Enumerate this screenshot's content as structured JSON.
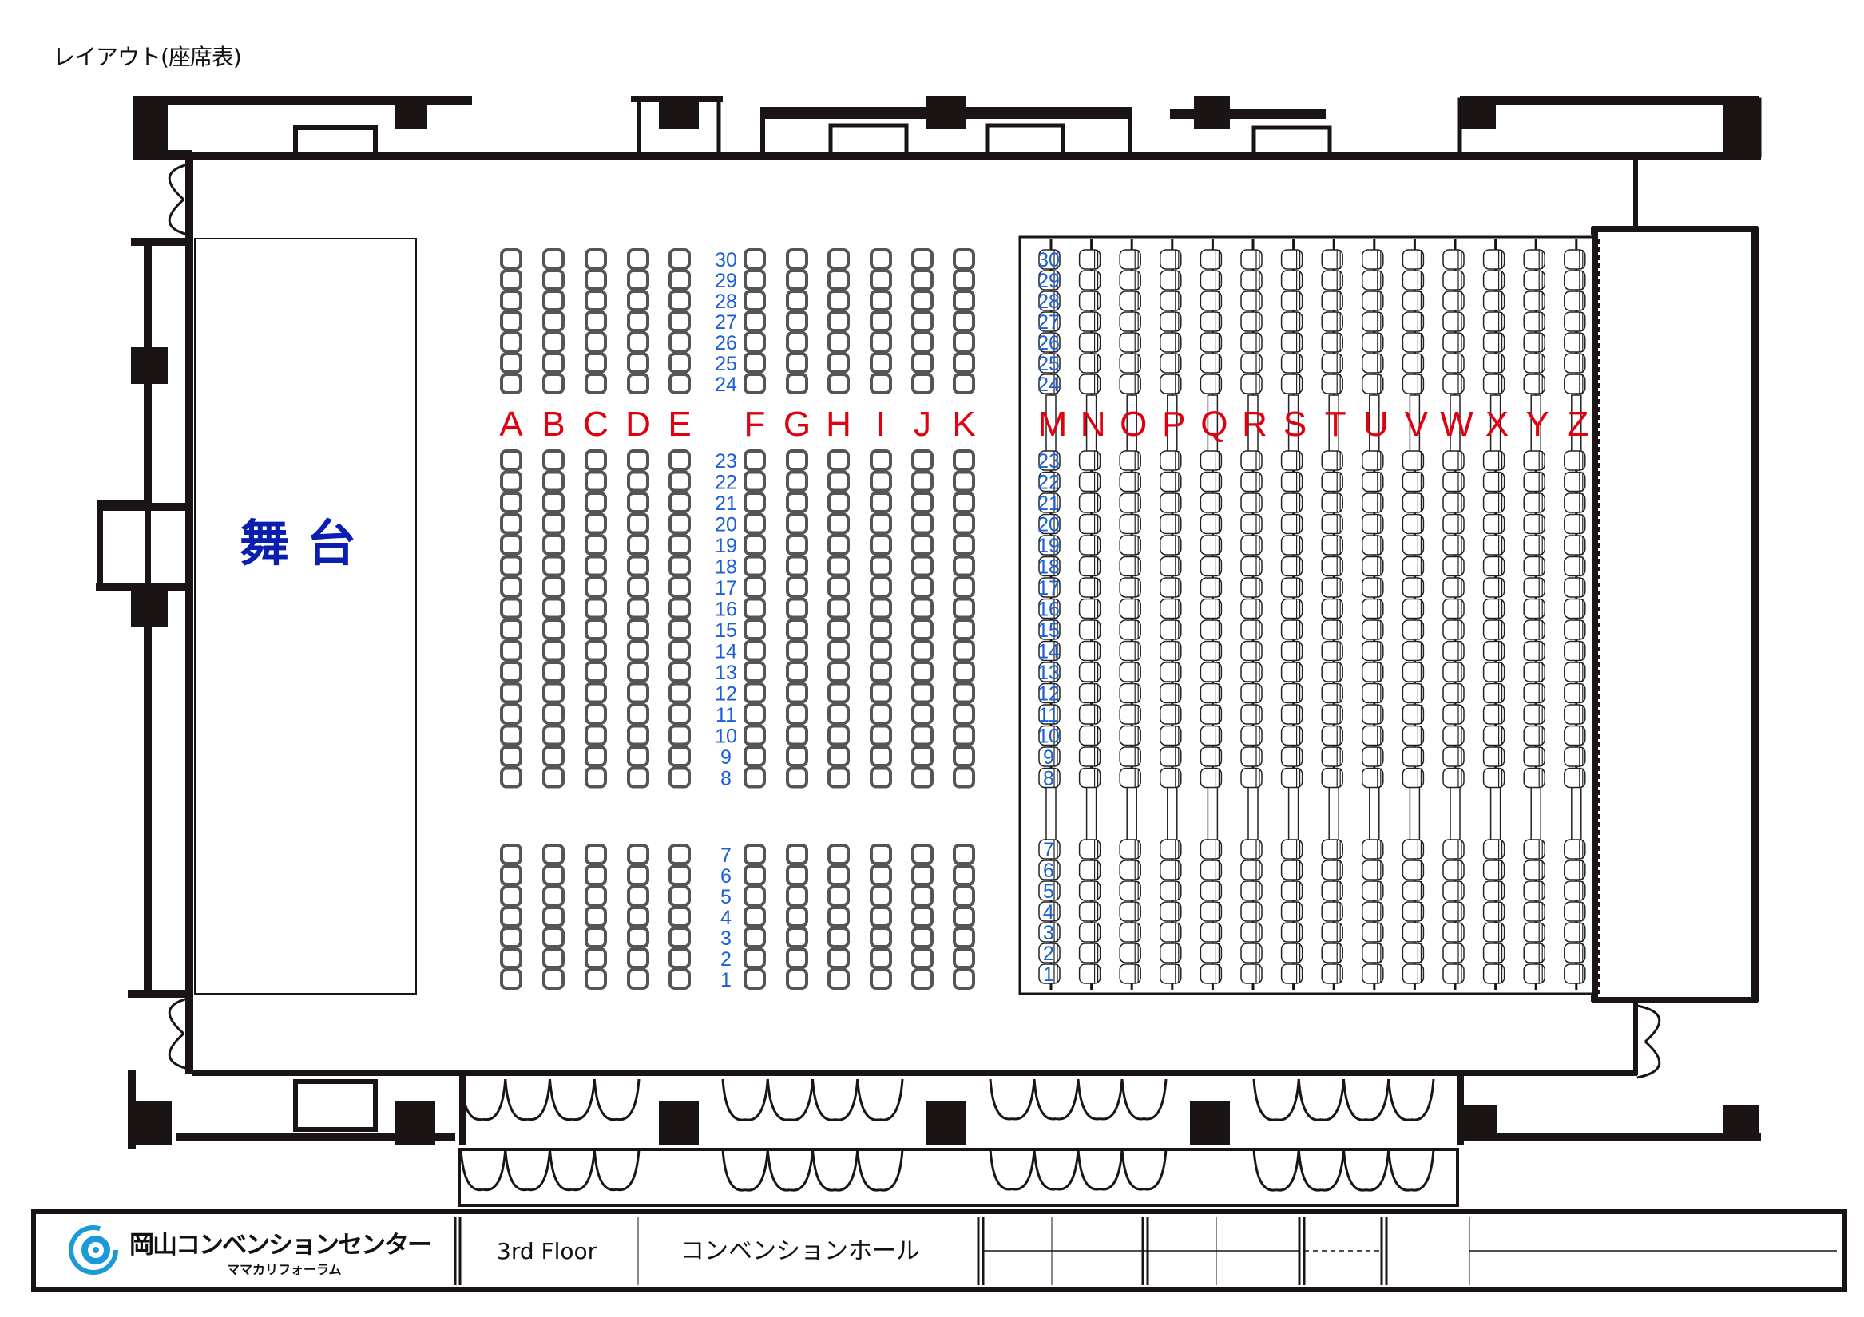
{
  "title": "レイアウト(座席表)",
  "stage_label": "舞台",
  "left_block": {
    "columns_a": [
      "A",
      "B",
      "C",
      "D",
      "E"
    ],
    "columns_b": [
      "F",
      "G",
      "H",
      "I",
      "J",
      "K"
    ],
    "rows_upper": [
      30,
      29,
      28,
      27,
      26,
      25,
      24
    ],
    "rows_middle": [
      23,
      22,
      21,
      20,
      19,
      18,
      17,
      16,
      15,
      14,
      13,
      12,
      11,
      10,
      9,
      8
    ],
    "rows_lower": [
      7,
      6,
      5,
      4,
      3,
      2,
      1
    ]
  },
  "right_block": {
    "columns": [
      "M",
      "N",
      "O",
      "P",
      "Q",
      "R",
      "S",
      "T",
      "U",
      "V",
      "W",
      "X",
      "Y",
      "Z"
    ],
    "rows_upper": [
      30,
      29,
      28,
      27,
      26,
      25,
      24
    ],
    "rows_middle": [
      23,
      22,
      21,
      20,
      19,
      18,
      17,
      16,
      15,
      14,
      13,
      12,
      11,
      10,
      9,
      8
    ],
    "rows_lower": [
      7,
      6,
      5,
      4,
      3,
      2,
      1
    ]
  },
  "footer": {
    "logo_name": "岡山コンベンションセンター",
    "logo_sub": "ママカリフォーラム",
    "floor": "3rd Floor",
    "hall": "コンベンションホール"
  },
  "colors": {
    "row_numbers": "#1a5fd6",
    "column_letters": "#e00010",
    "stage": "#0a1fb0",
    "logo": "#1a9ad6"
  }
}
